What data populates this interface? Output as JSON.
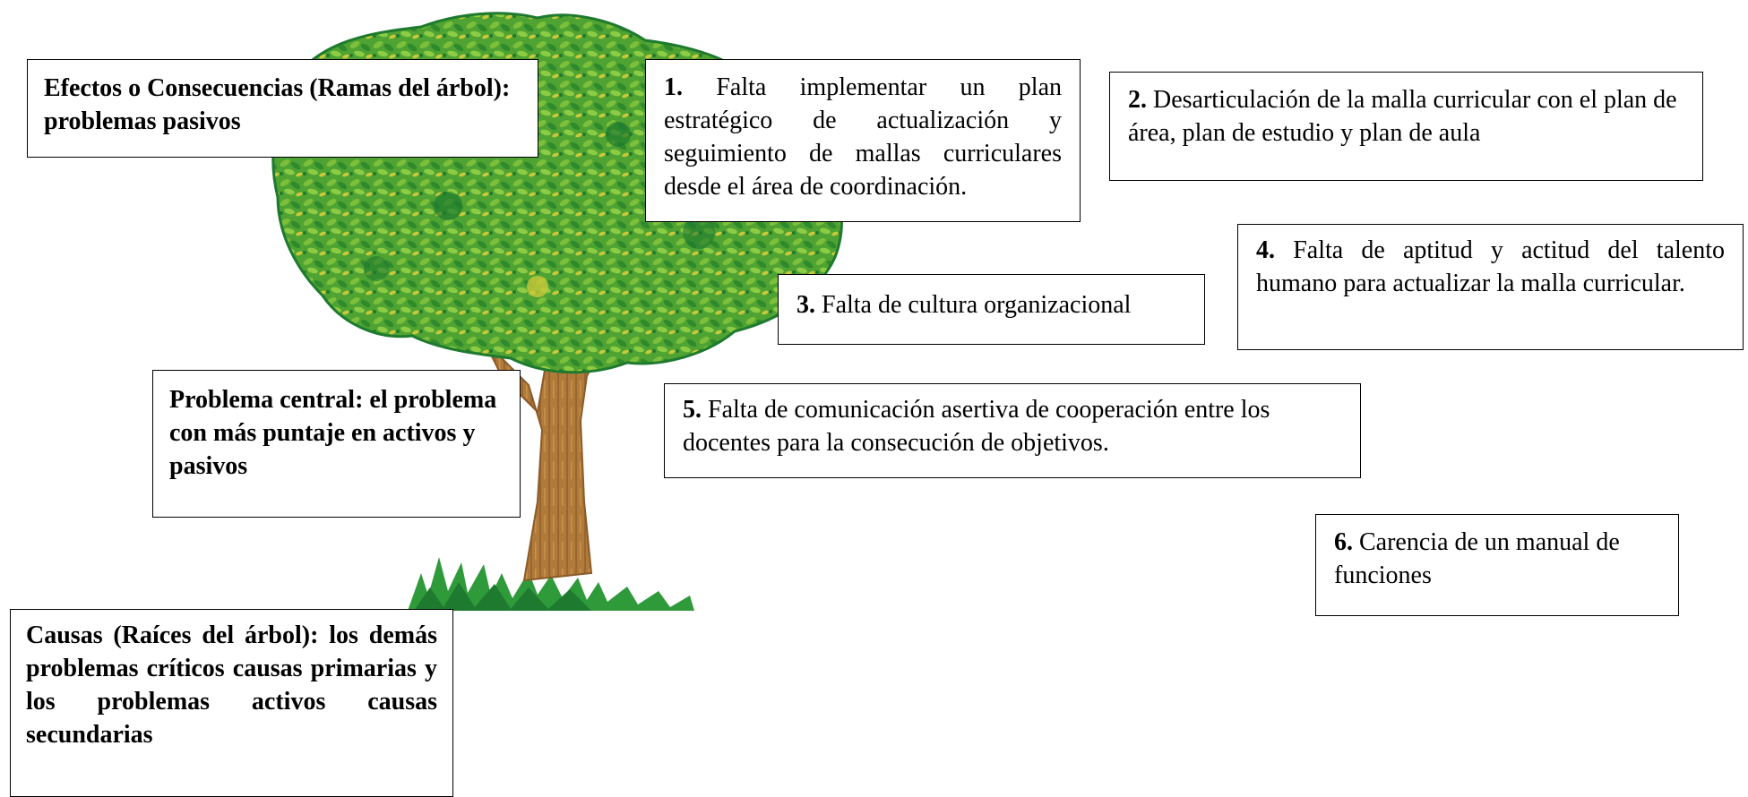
{
  "labels": {
    "efectos": "Efectos o Consecuencias (Ramas del árbol): problemas pasivos",
    "problema_central": "Problema central: el problema con más puntaje en activos y pasivos",
    "causas": "Causas (Raíces del árbol): los demás problemas críticos causas primarias y los problemas activos causas secundarias"
  },
  "problems": [
    {
      "num": "1.",
      "text": "Falta implementar un plan estratégico de actualización y seguimiento de mallas curriculares desde el área de coordinación."
    },
    {
      "num": "2.",
      "text": "Desarticulación de la malla curricular con el plan de área, plan de estudio y plan de aula"
    },
    {
      "num": "3.",
      "text": "Falta de cultura organizacional"
    },
    {
      "num": "4.",
      "text": "Falta de aptitud y actitud del talento humano para actualizar la malla curricular."
    },
    {
      "num": "5.",
      "text": "Falta de comunicación asertiva de cooperación entre los docentes para la consecución de objetivos."
    },
    {
      "num": "6.",
      "text": "Carencia de un manual de funciones"
    }
  ],
  "colors": {
    "foliage_dark": "#1e7a2e",
    "foliage_mid": "#3f9a2f",
    "foliage_light": "#7cbf3a",
    "leaf_yellow": "#c8c83a",
    "trunk": "#b07a3a",
    "trunk_dark": "#8a5a28",
    "grass": "#2f9a3a"
  }
}
